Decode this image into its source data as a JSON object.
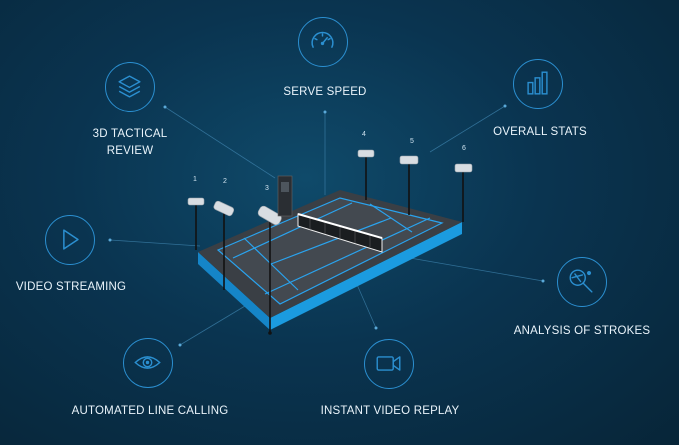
{
  "features": {
    "serve_speed": {
      "label": "SERVE SPEED",
      "icon": "speedometer-icon"
    },
    "tactical_review": {
      "label_line1": "3D TACTICAL",
      "label_line2": "REVIEW",
      "icon": "stacked-layers-icon"
    },
    "overall_stats": {
      "label": "OVERALL STATS",
      "icon": "bar-chart-icon"
    },
    "video_streaming": {
      "label": "VIDEO STREAMING",
      "icon": "play-icon"
    },
    "analysis_strokes": {
      "label": "ANALYSIS OF STROKES",
      "icon": "tennis-racket-icon"
    },
    "line_calling": {
      "label": "AUTOMATED LINE CALLING",
      "icon": "eye-icon"
    },
    "video_replay": {
      "label": "INSTANT VIDEO REPLAY",
      "icon": "video-camera-icon"
    }
  },
  "cameras": [
    "1",
    "2",
    "3",
    "4",
    "5",
    "6"
  ],
  "colors": {
    "accent": "#2b8fd0",
    "court_surface": "#3a3f45",
    "court_base": "#1f9ee6",
    "court_lines": "#2aa3ee"
  }
}
